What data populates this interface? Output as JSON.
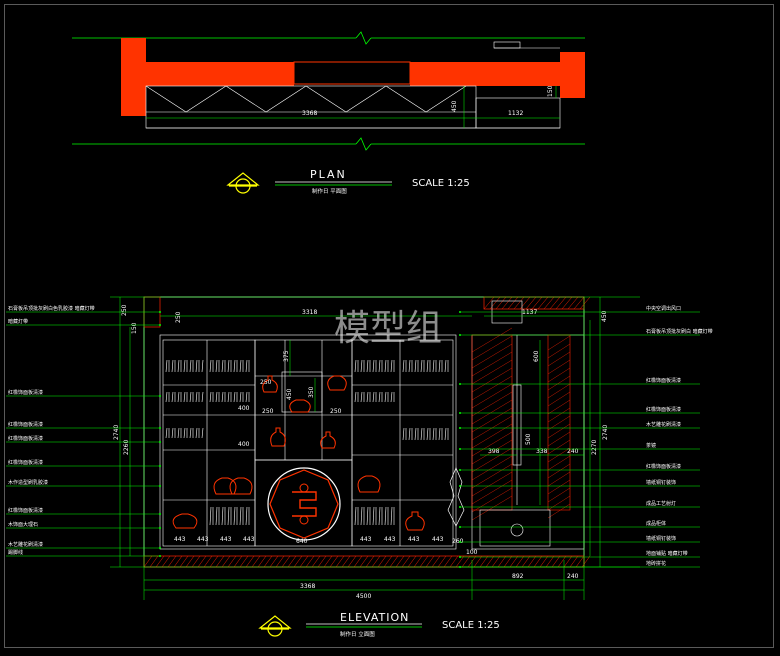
{
  "plan": {
    "title": "PLAN",
    "scale": "SCALE 1:25",
    "subtitle": "制作日 平面图",
    "dims": {
      "width_main": "3368",
      "depth": "450",
      "width_side": "1132",
      "side_depth": "150"
    }
  },
  "elevation": {
    "title": "ELEVATION",
    "scale": "SCALE 1:25",
    "subtitle": "制作日 立面图",
    "watermark": "模型组",
    "dims": {
      "top_span": "3318",
      "top_right": "1137",
      "bottom_main": "3368",
      "bottom_mid": "892",
      "bottom_right": "240",
      "overall": "4500",
      "height_left": "2740",
      "height_left_inner": "2260",
      "height_right": "2740",
      "height_right_inner": "2270",
      "top_left": "250",
      "top_left2": "150",
      "top_right_h": "450",
      "inner_250a": "250",
      "inner_250b": "250",
      "inner_250c": "250",
      "inner_250d": "250",
      "inner_375": "375",
      "inner_350": "350",
      "inner_450": "450",
      "inner_400a": "400",
      "inner_400b": "400",
      "inner_500": "500",
      "inner_600": "600",
      "right_398": "398",
      "right_338": "338",
      "right_240": "240",
      "base_640": "640",
      "base_260": "260",
      "base_100": "100",
      "col_443": [
        "443",
        "443",
        "443",
        "443",
        "443",
        "443",
        "443",
        "443"
      ]
    },
    "left_notes": [
      "石膏板吊顶批灰刷白色乳胶漆 暗藏灯带",
      "暗藏灯带",
      "红橡饰面板清漆",
      "红橡饰面板清漆",
      "红橡饰面板清漆",
      "红橡饰面板清漆",
      "木作造型刷乳胶漆",
      "红橡饰面板清漆",
      "木饰面大理石",
      "木艺雕花刷清漆",
      "踢脚线"
    ],
    "right_notes": [
      "中央空调出风口",
      "石膏板吊顶批灰刷白 暗藏灯带",
      "红橡饰面板清漆",
      "红橡饰面板清漆",
      "木艺雕花刷清漆",
      "茶镜",
      "红橡饰面板清漆",
      "墙纸铜钉装饰",
      "成品工艺射灯",
      "成品柜体",
      "墙纸铜钉装饰",
      "地面铺贴 暗藏灯带",
      "地砖拼花"
    ]
  },
  "colors": {
    "background": "#000000",
    "wall_fill": "#ff3300",
    "dimension_line": "#00ff00",
    "outline": "#ffffff",
    "hatch": "#ff2200",
    "symbol": "#ffff00"
  }
}
